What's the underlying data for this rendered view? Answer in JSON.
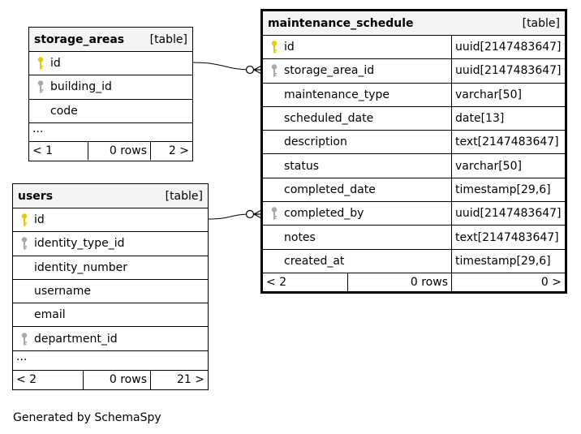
{
  "tables": {
    "storage_areas": {
      "name": "storage_areas",
      "kind": "[table]",
      "columns": [
        {
          "name": "id",
          "key": "primary"
        },
        {
          "name": "building_id",
          "key": "foreign"
        },
        {
          "name": "code",
          "key": "none"
        }
      ],
      "ellipsis": "...",
      "footer": {
        "prev": "< 1",
        "rows": "0 rows",
        "next": "2 >"
      }
    },
    "users": {
      "name": "users",
      "kind": "[table]",
      "columns": [
        {
          "name": "id",
          "key": "primary"
        },
        {
          "name": "identity_type_id",
          "key": "foreign"
        },
        {
          "name": "identity_number",
          "key": "none"
        },
        {
          "name": "username",
          "key": "none"
        },
        {
          "name": "email",
          "key": "none"
        },
        {
          "name": "department_id",
          "key": "foreign"
        }
      ],
      "ellipsis": "...",
      "footer": {
        "prev": "< 2",
        "rows": "0 rows",
        "next": "21 >"
      }
    },
    "maintenance_schedule": {
      "name": "maintenance_schedule",
      "kind": "[table]",
      "columns": [
        {
          "name": "id",
          "type": "uuid[2147483647]",
          "key": "primary"
        },
        {
          "name": "storage_area_id",
          "type": "uuid[2147483647]",
          "key": "foreign"
        },
        {
          "name": "maintenance_type",
          "type": "varchar[50]",
          "key": "none"
        },
        {
          "name": "scheduled_date",
          "type": "date[13]",
          "key": "none"
        },
        {
          "name": "description",
          "type": "text[2147483647]",
          "key": "none"
        },
        {
          "name": "status",
          "type": "varchar[50]",
          "key": "none"
        },
        {
          "name": "completed_date",
          "type": "timestamp[29,6]",
          "key": "none"
        },
        {
          "name": "completed_by",
          "type": "uuid[2147483647]",
          "key": "foreign"
        },
        {
          "name": "notes",
          "type": "text[2147483647]",
          "key": "none"
        },
        {
          "name": "created_at",
          "type": "timestamp[29,6]",
          "key": "none"
        }
      ],
      "footer": {
        "prev": "< 2",
        "rows": "0 rows",
        "next": "0 >"
      }
    }
  },
  "colors": {
    "primary_key": "#e8c800",
    "foreign_key": "#a8a8a8",
    "header_bg": "#f4f4f4"
  },
  "generated_by": "Generated by SchemaSpy"
}
